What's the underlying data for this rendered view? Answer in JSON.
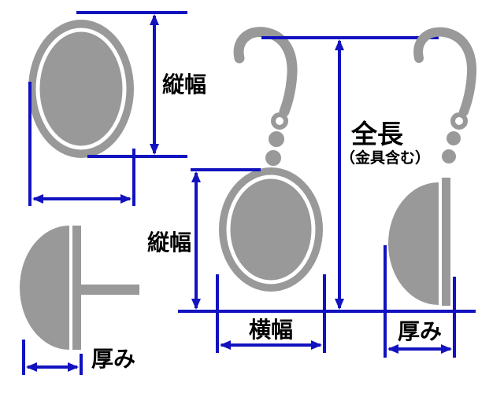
{
  "diagram": {
    "labels": {
      "vertical_height_top": "縦幅",
      "vertical_height_drop": "縦幅",
      "total_length": "全長",
      "total_length_note": "（金具含む）",
      "horizontal_width": "横幅",
      "thickness_stud": "厚み",
      "thickness_drop": "厚み"
    },
    "colors": {
      "shape_gray": "#999999",
      "dimension_blue": "#1212c0",
      "label_black": "#000000",
      "background": "#ffffff"
    }
  }
}
